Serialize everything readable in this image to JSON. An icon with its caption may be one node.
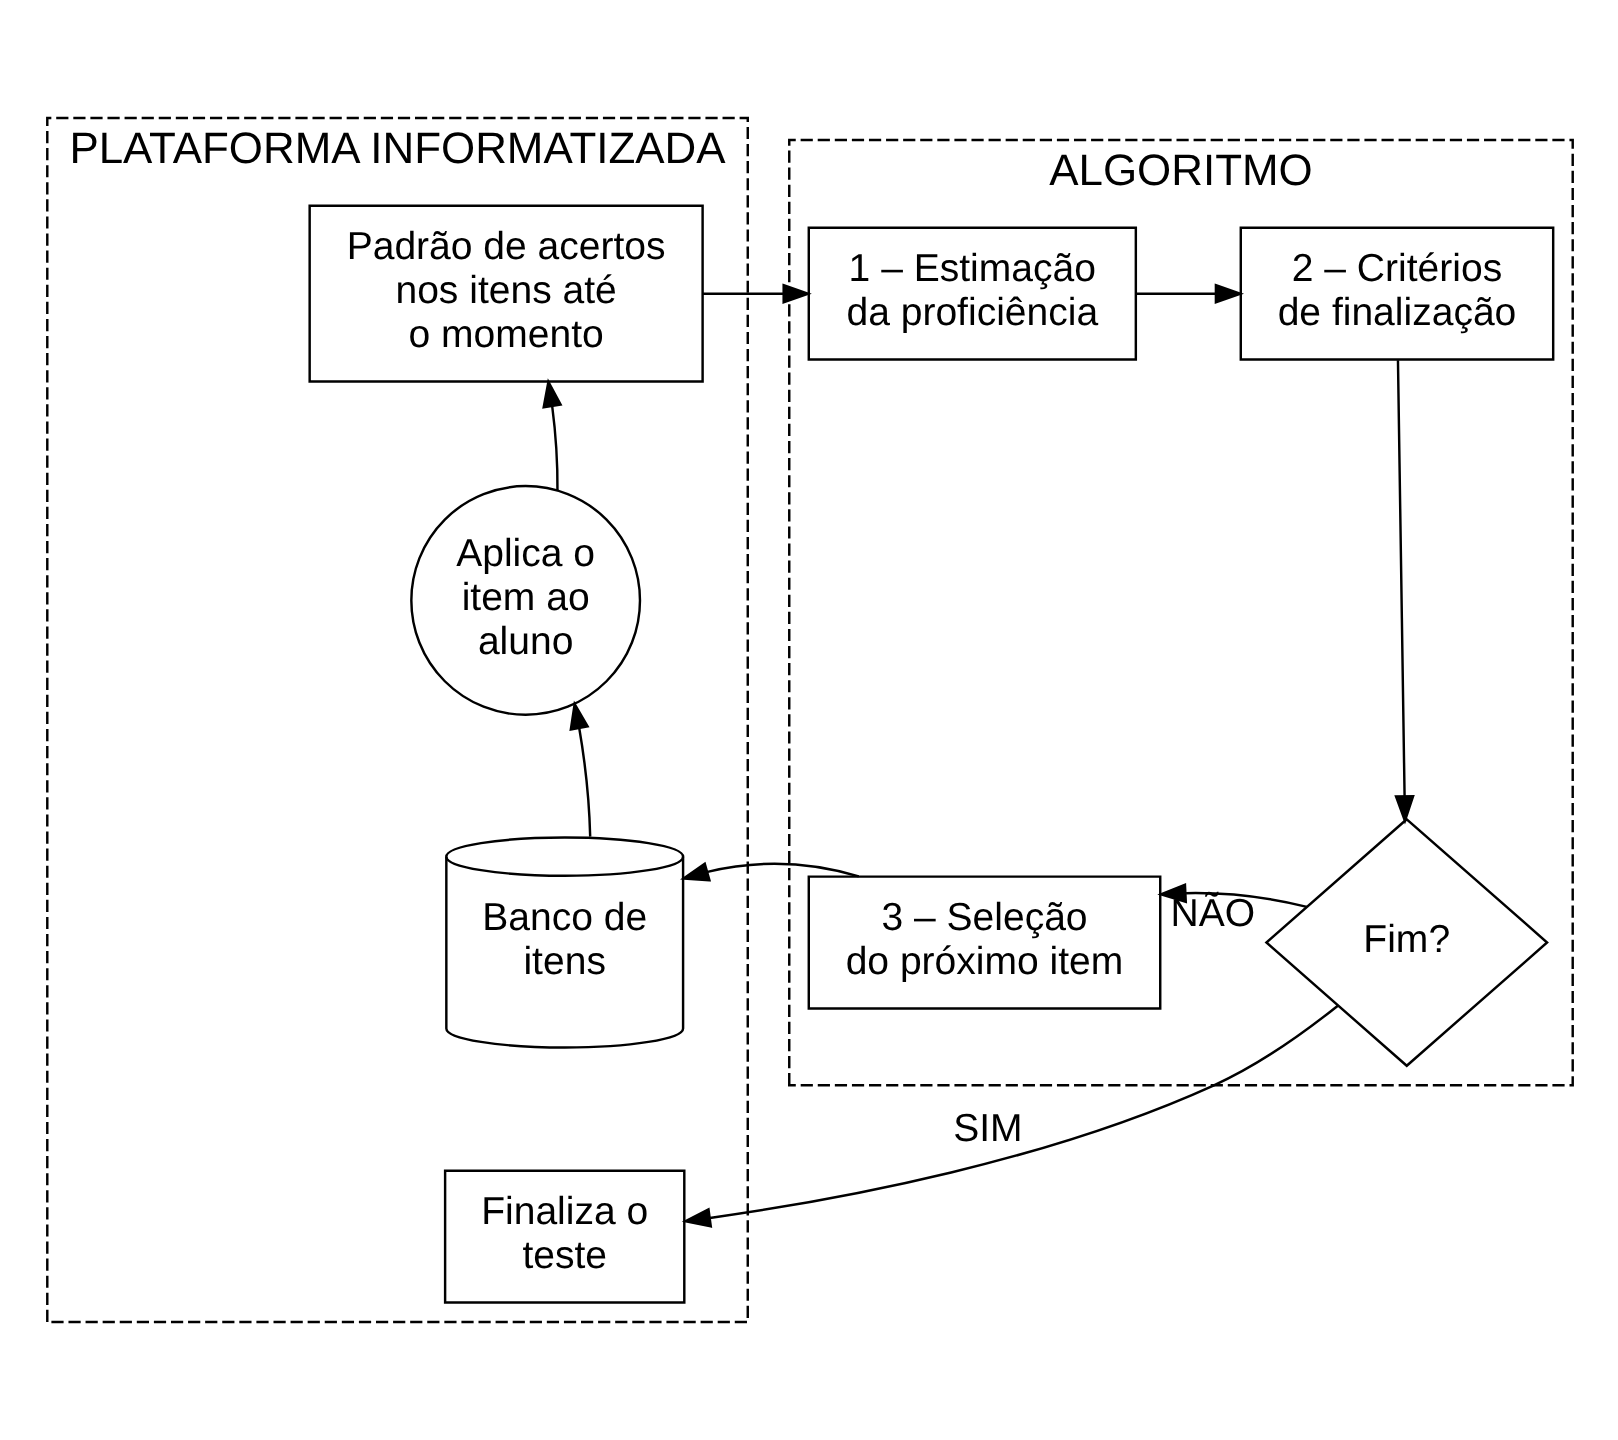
{
  "diagram": {
    "nodes": [
      {
        "text": [
          "PLATAFORMA INFORMATIZADA"
        ]
      },
      {
        "text": [
          "Padrão de acertos nos itens até o momento"
        ],
        "in": 0
      },
      {
        "text": [
          "Aplica o item ao aluno"
        ],
        "in": 0
      },
      {
        "text": [
          "Banco de itens"
        ],
        "in": 0
      },
      {
        "text": [
          "Finaliza o teste"
        ],
        "in": 0
      },
      {
        "text": [
          "ALGORITMO"
        ]
      },
      {
        "text": [
          "1 – Estimação da proficiência"
        ],
        "in": 5
      },
      {
        "text": [
          "2 – Critérios de finalização"
        ],
        "in": 5
      },
      {
        "text": [
          "Fim?"
        ],
        "in": 5
      },
      {
        "text": [
          "3 – Seleção do próximo item"
        ],
        "in": 5
      }
    ],
    "edges": [
      {
        "from": 1,
        "to": 6,
        "arrow": "to"
      },
      {
        "from": 6,
        "to": 7,
        "arrow": "to"
      },
      {
        "from": 7,
        "to": 8,
        "arrow": "to"
      },
      {
        "from": 8,
        "to": 9,
        "arrow": "to",
        "label": "NÃO"
      },
      {
        "from": 9,
        "to": 3,
        "arrow": "to"
      },
      {
        "from": 3,
        "to": 2,
        "arrow": "to"
      },
      {
        "from": 2,
        "to": 1,
        "arrow": "to"
      },
      {
        "from": 8,
        "to": 4,
        "arrow": "to",
        "label": "SIM"
      }
    ]
  }
}
